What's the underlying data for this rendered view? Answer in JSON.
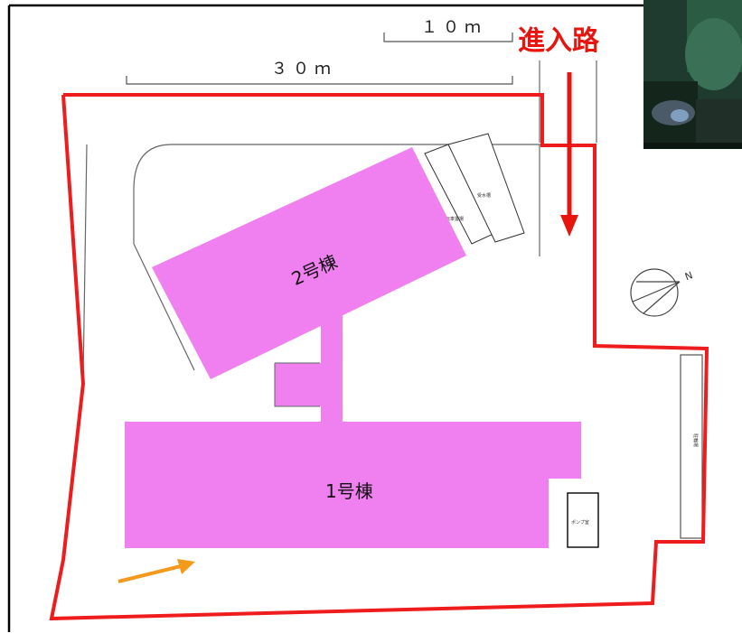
{
  "scale": {
    "short_label": "１０ｍ",
    "long_label": "３０ｍ"
  },
  "entrance": {
    "label": "進入路"
  },
  "buildings": {
    "building1_label": "1号棟",
    "building2_label": "2号棟",
    "pump_room_label": "ポンプ室",
    "annex_label_a": "自転車置場",
    "annex_label_b": "受水槽",
    "strip_label": "駐輪場"
  },
  "compass": {
    "north_label": "N"
  },
  "colors": {
    "boundary": "#ee1c1c",
    "building_fill": "#f080f0",
    "arrow_orange": "#f39a1c",
    "arrow_red": "#e8140e",
    "line": "#555555"
  },
  "photo": {
    "icon": "photo-thumbnail-icon"
  }
}
